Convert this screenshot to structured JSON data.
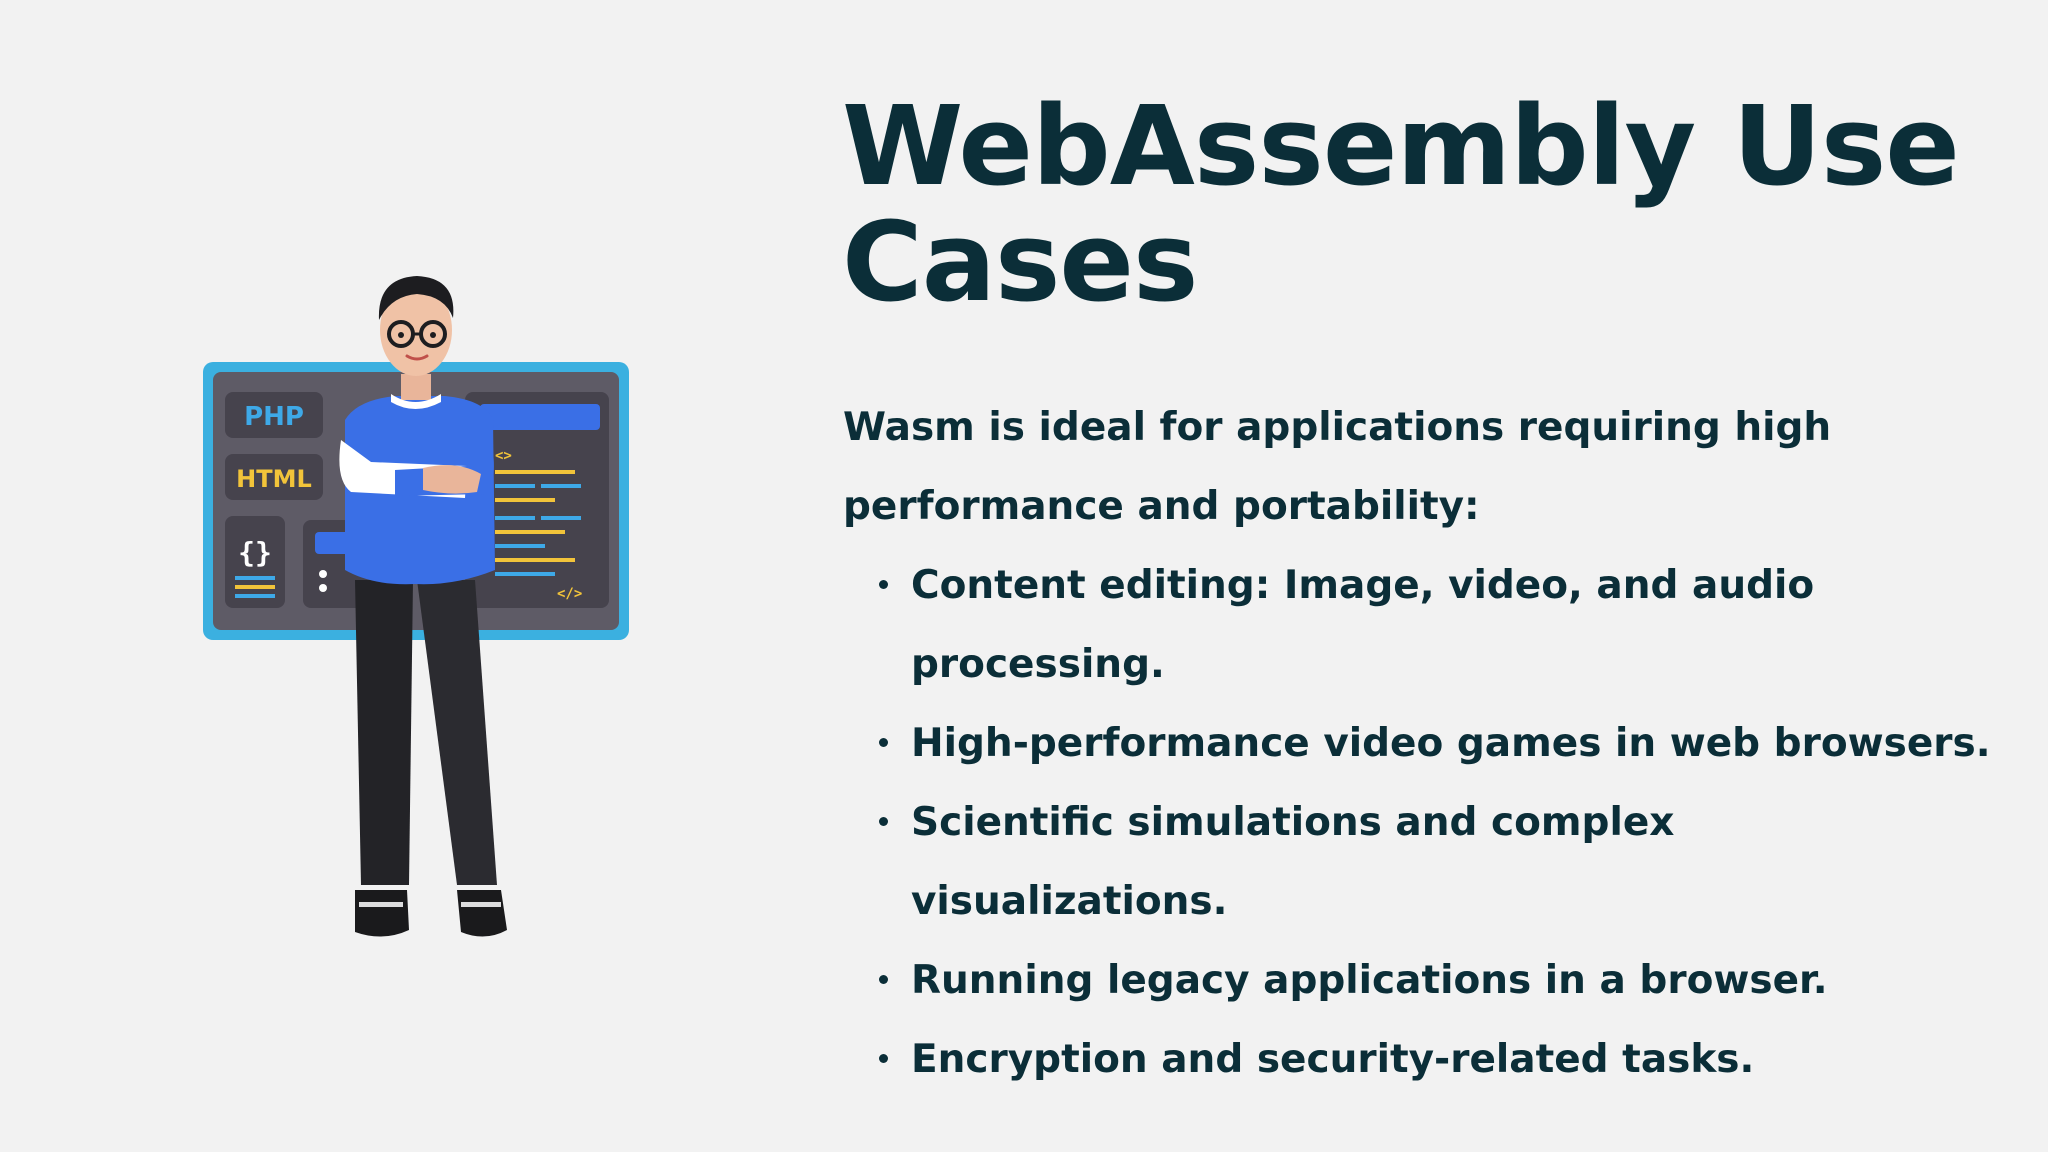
{
  "slide": {
    "title": "WebAssembly Use Cases",
    "intro": "Wasm is ideal for applications requiring high performance and portability:",
    "bullets": [
      "Content editing: Image, video, and audio processing.",
      "High-performance video games in web browsers.",
      "Scientific simulations and complex visualizations.",
      "Running legacy applications in a browser.",
      "Encryption and security-related tasks."
    ]
  },
  "illustration": {
    "board_tags": [
      "PHP",
      "HTML",
      "{}"
    ],
    "code_tags": [
      "<>",
      "</>"
    ],
    "icon": "developer-illustration"
  },
  "colors": {
    "background": "#f2f2f2",
    "text": "#0b2e38",
    "board_frame": "#3bb0e0",
    "board_panel": "#5e5b66",
    "shirt": "#3a6fe6",
    "php_text": "#3ea9e8",
    "html_text": "#f2c43a"
  }
}
